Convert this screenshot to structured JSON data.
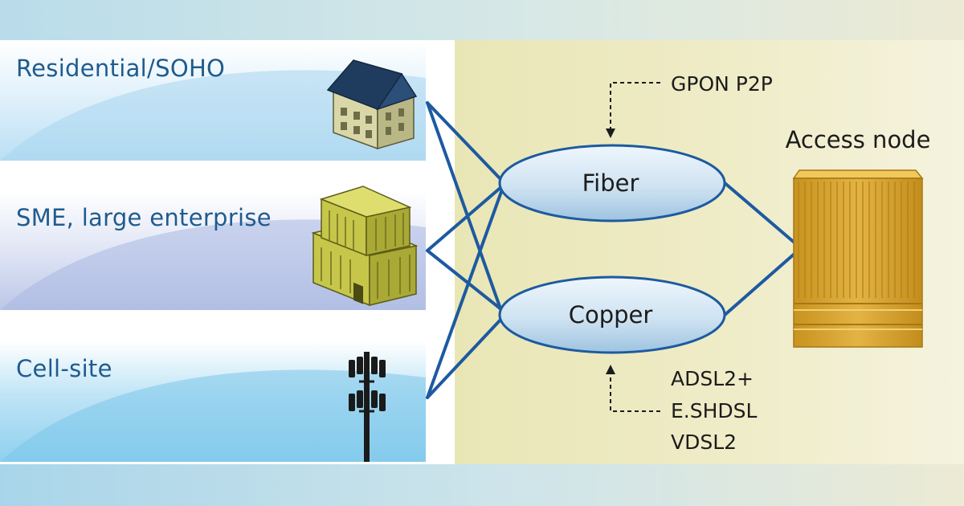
{
  "segments": [
    {
      "id": "residential",
      "label": "Residential/SOHO",
      "icon": "house-icon"
    },
    {
      "id": "sme",
      "label": "SME, large enterprise",
      "icon": "office-building-icon"
    },
    {
      "id": "cell",
      "label": "Cell-site",
      "icon": "cell-tower-icon"
    }
  ],
  "media": {
    "fiber": {
      "label": "Fiber",
      "technologies": [
        "GPON P2P"
      ]
    },
    "copper": {
      "label": "Copper",
      "technologies": [
        "ADSL2+",
        "E.SHDSL",
        "VDSL2"
      ]
    }
  },
  "access_node": {
    "label": "Access node",
    "icon": "access-node-cabinet-icon"
  },
  "colors": {
    "link": "#1d5aa0",
    "label": "#1f5b8e",
    "cabinet": "#d7a52f",
    "ellipse": "#cfe3f2"
  }
}
